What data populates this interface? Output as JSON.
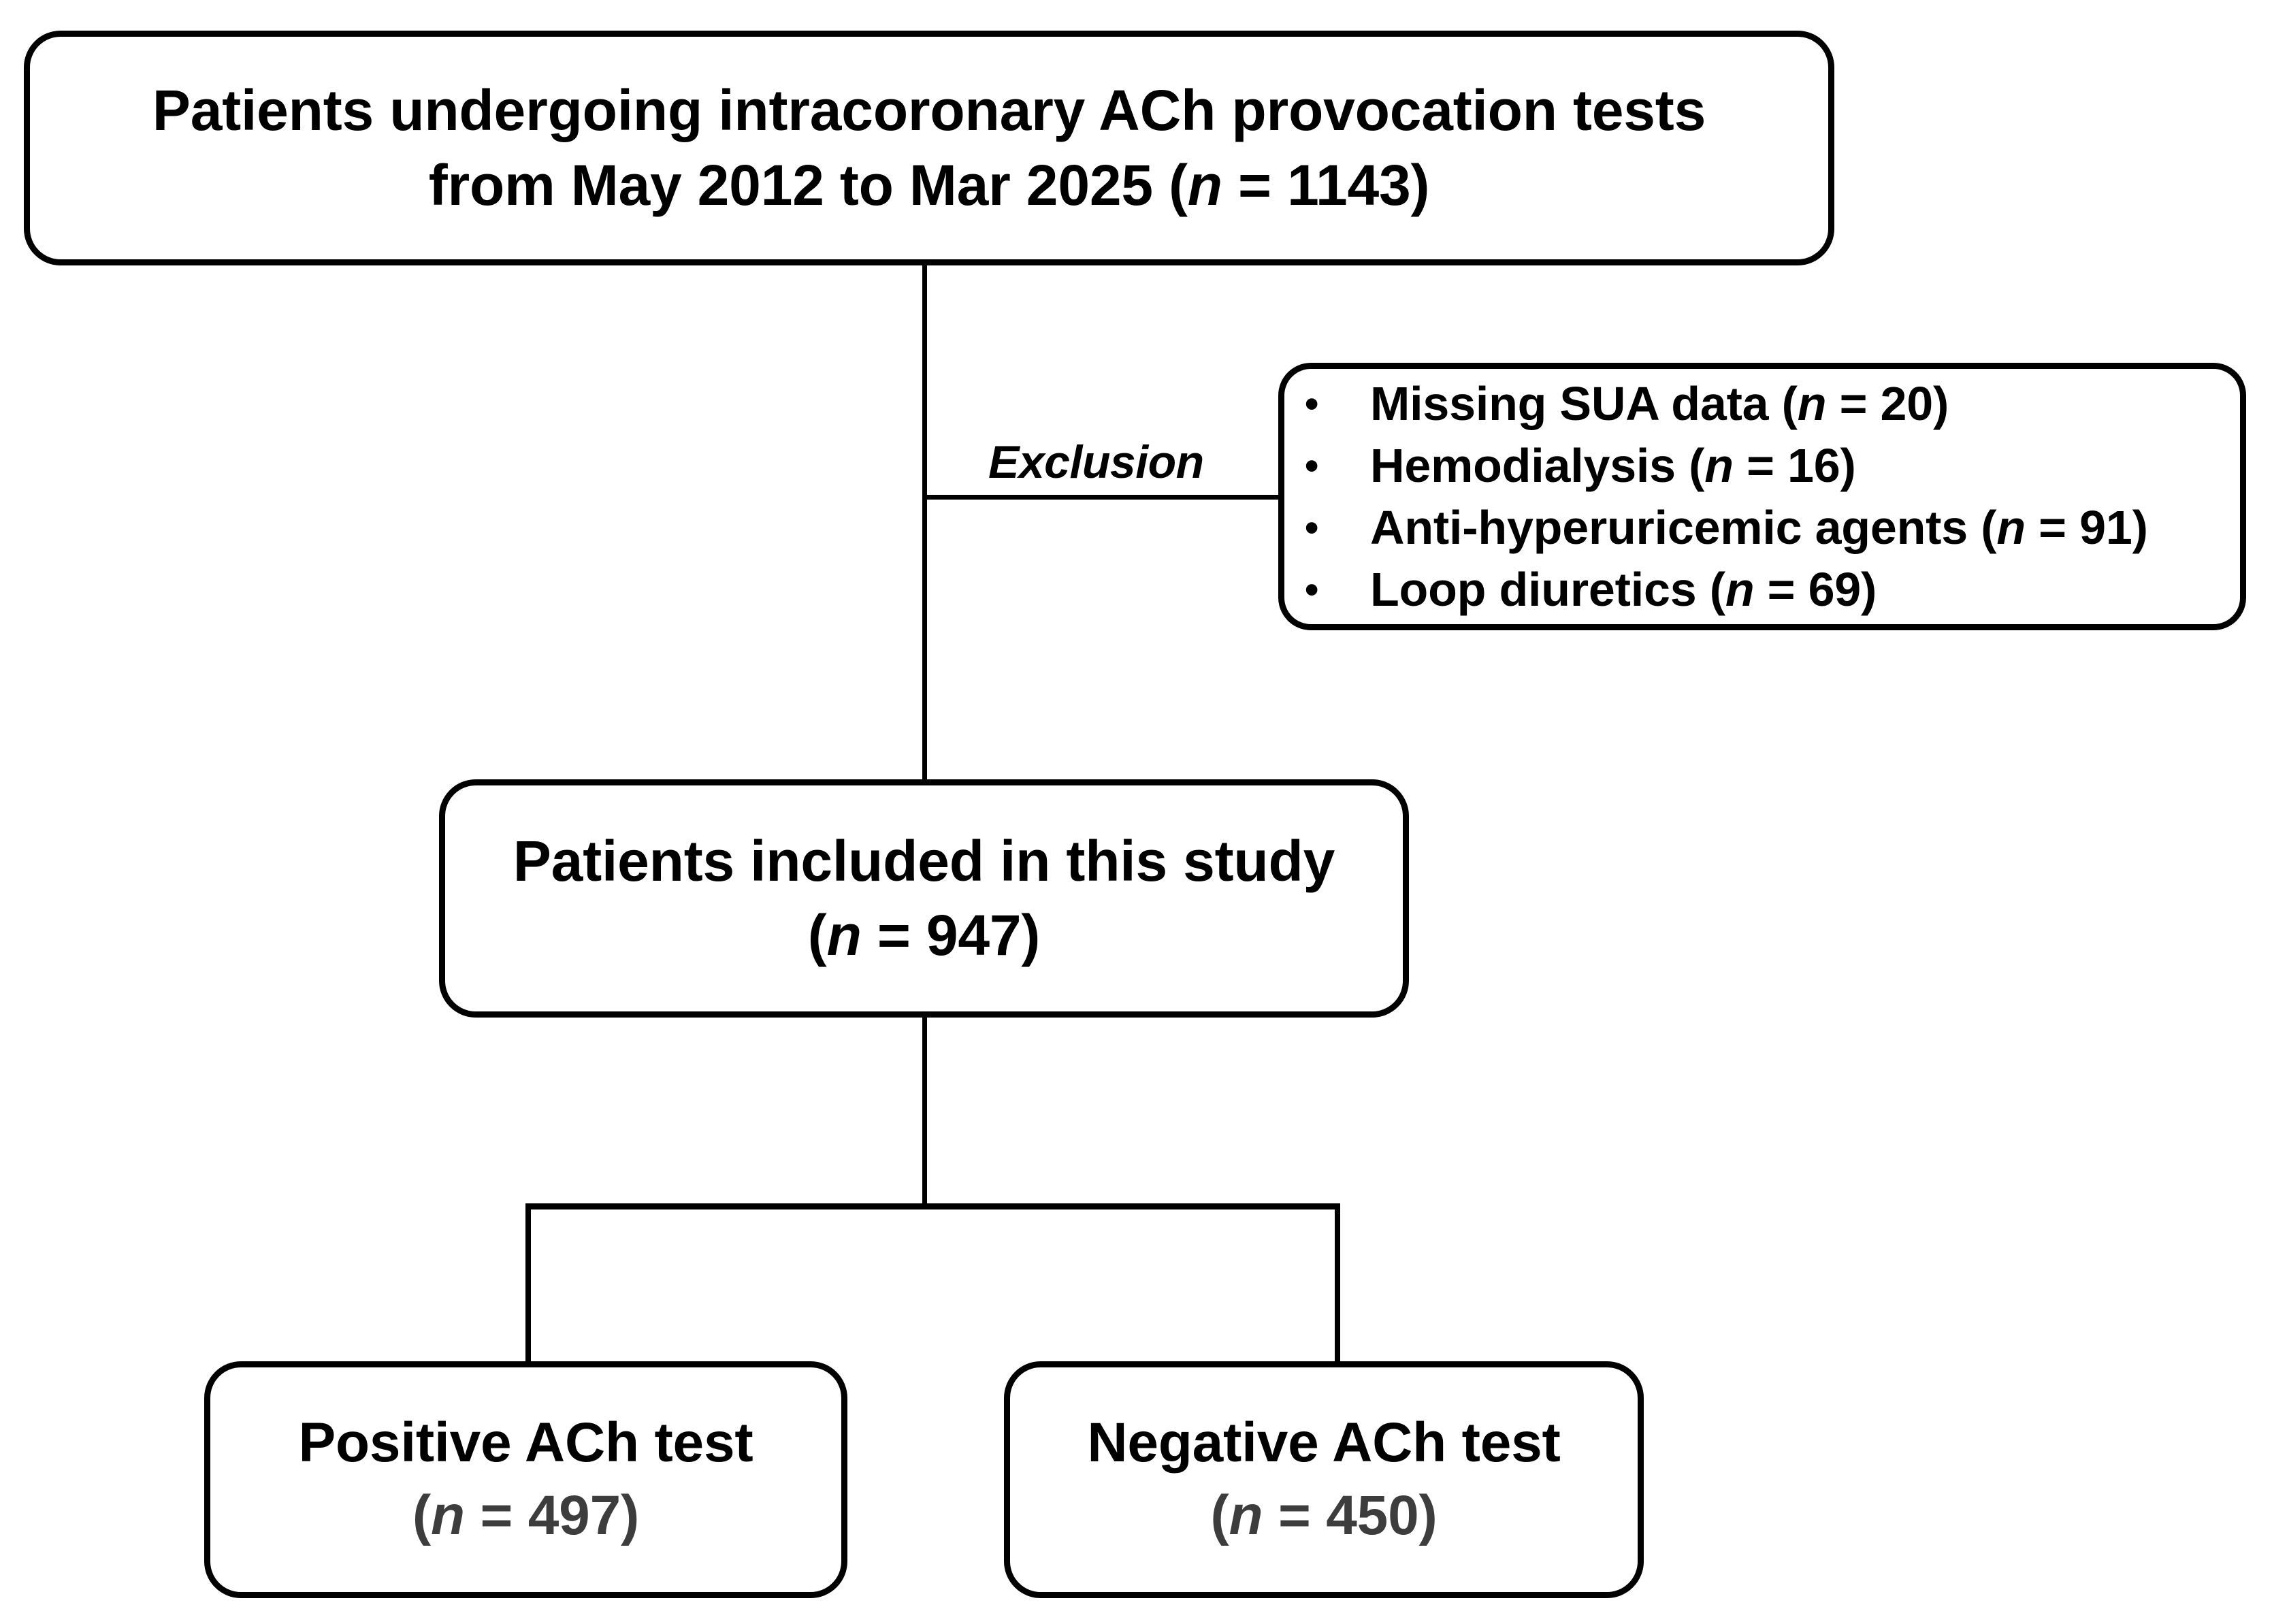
{
  "diagram": {
    "title": "Study participant flow diagram",
    "type": "flowchart",
    "orientation": "top-down",
    "colors": {
      "background": "#ffffff",
      "stroke": "#000000",
      "text": "#000000",
      "count_text": "#3d3d3d"
    }
  },
  "nodes": {
    "enrolled": {
      "line1": "Patients undergoing intracoronary ACh provocation tests",
      "line2_prefix": "from May 2012 to Mar 2025 (",
      "n_symbol": "n",
      "line2_mid": " = ",
      "count": "1143",
      "line2_suffix": ")"
    },
    "included": {
      "line1": "Patients included in this study",
      "line2_prefix": "(",
      "n_symbol": "n",
      "line2_mid": " = ",
      "count": "947",
      "line2_suffix": ")"
    },
    "positive": {
      "line1": "Positive ACh test",
      "line2_prefix": "(",
      "n_symbol": "n",
      "line2_mid": " = ",
      "count": "497",
      "line2_suffix": ")"
    },
    "negative": {
      "line1": "Negative ACh test",
      "line2_prefix": "(",
      "n_symbol": "n",
      "line2_mid": " = ",
      "count": "450",
      "line2_suffix": ")"
    }
  },
  "exclusion": {
    "label": "Exclusion",
    "bullet_glyph": "•",
    "items": [
      {
        "text": "Missing SUA data (",
        "n_symbol": "n",
        "eq": " = ",
        "count": "20",
        "suffix": ")"
      },
      {
        "text": "Hemodialysis (",
        "n_symbol": "n",
        "eq": " = ",
        "count": "16",
        "suffix": ")"
      },
      {
        "text": "Anti-hyperuricemic agents (",
        "n_symbol": "n",
        "eq": " = ",
        "count": "91",
        "suffix": ")"
      },
      {
        "text": "Loop diuretics (",
        "n_symbol": "n",
        "eq": " = ",
        "count": "69",
        "suffix": ")"
      }
    ]
  },
  "chart_data": {
    "type": "flowchart",
    "title": "Patient selection flow",
    "stages": [
      {
        "label": "Patients undergoing intracoronary ACh provocation tests from May 2012 to Mar 2025",
        "n": 1143
      },
      {
        "label": "Excluded: Missing SUA data",
        "n": 20
      },
      {
        "label": "Excluded: Hemodialysis",
        "n": 16
      },
      {
        "label": "Excluded: Anti-hyperuricemic agents",
        "n": 91
      },
      {
        "label": "Excluded: Loop diuretics",
        "n": 69
      },
      {
        "label": "Patients included in this study",
        "n": 947
      },
      {
        "label": "Positive ACh test",
        "n": 497
      },
      {
        "label": "Negative ACh test",
        "n": 450
      }
    ]
  }
}
